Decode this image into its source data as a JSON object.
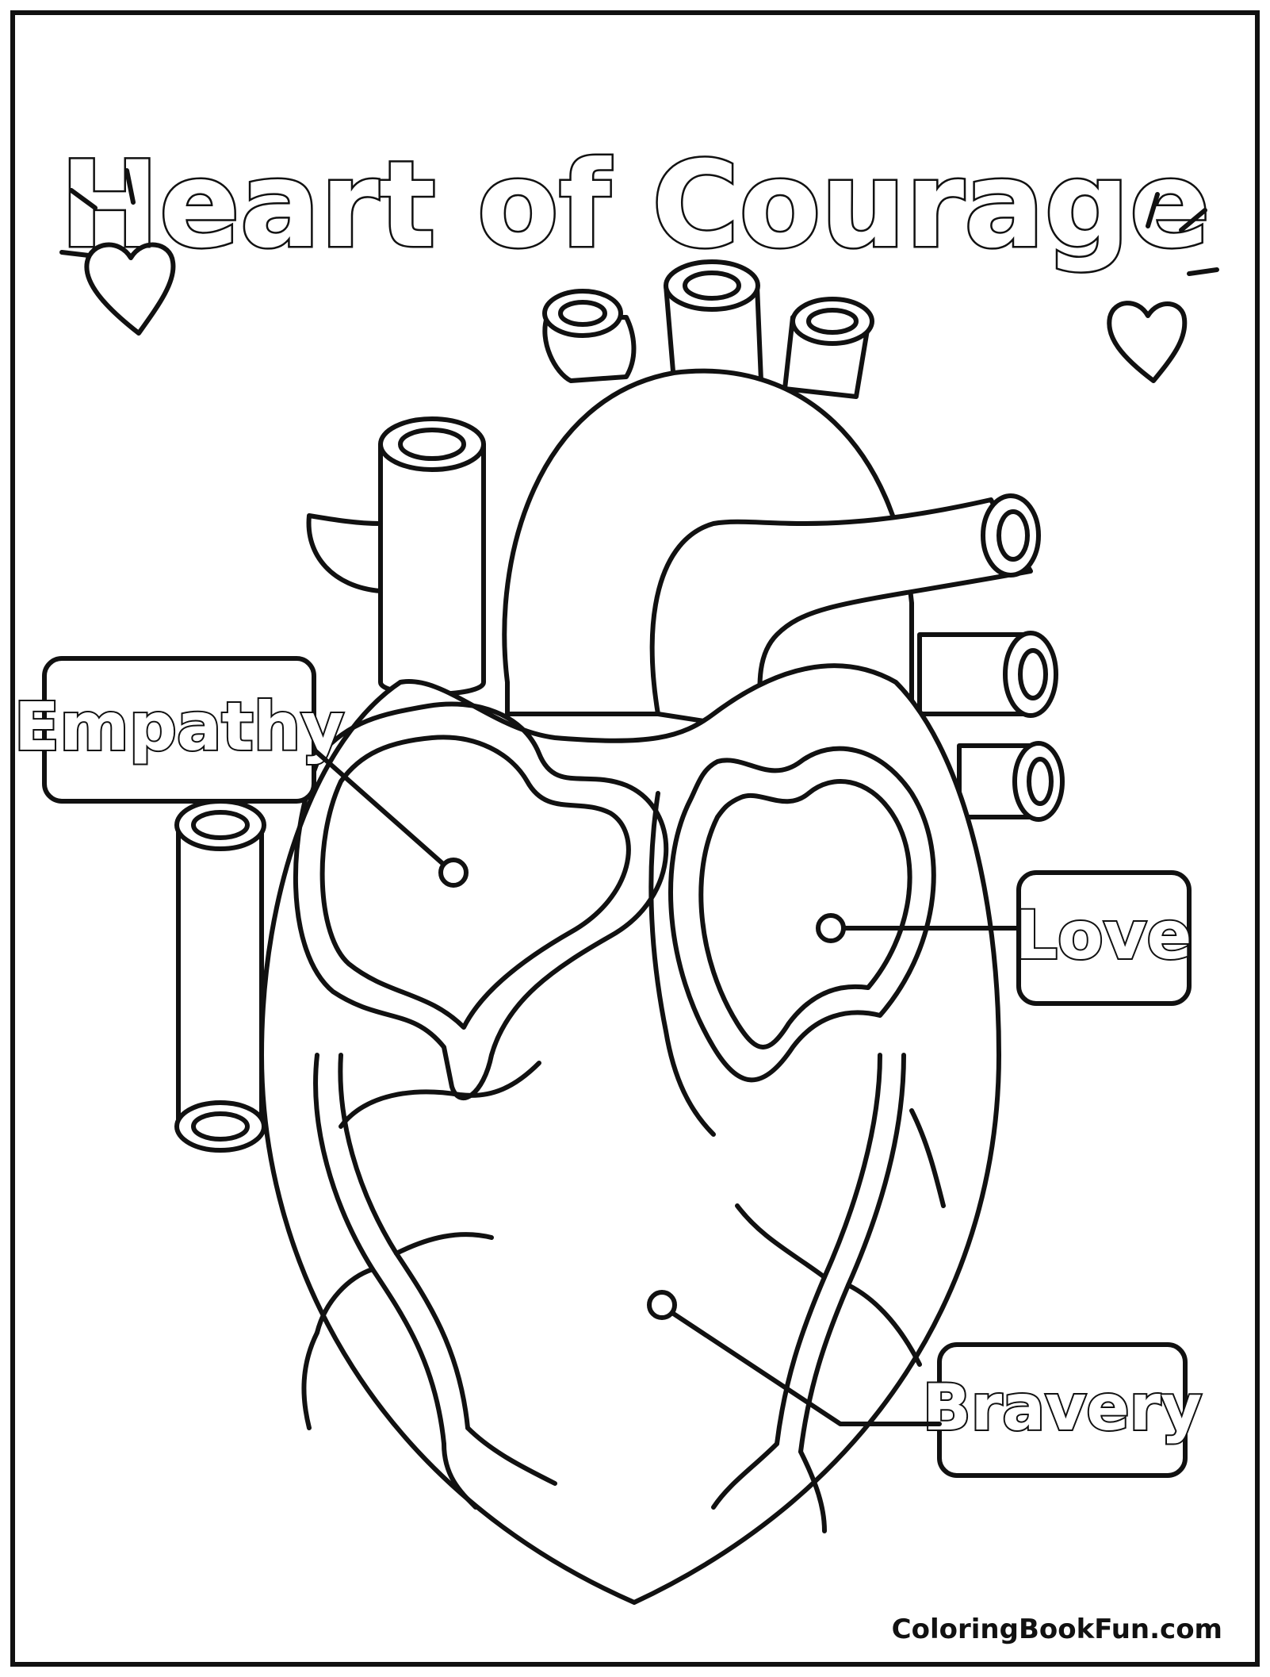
{
  "title": "Heart of Courage",
  "labels": {
    "empathy": "Empathy",
    "love": "Love",
    "bravery": "Bravery"
  },
  "footer": "ColoringBookFun.com",
  "colors": {
    "ink": "#111111",
    "paper": "#ffffff"
  }
}
